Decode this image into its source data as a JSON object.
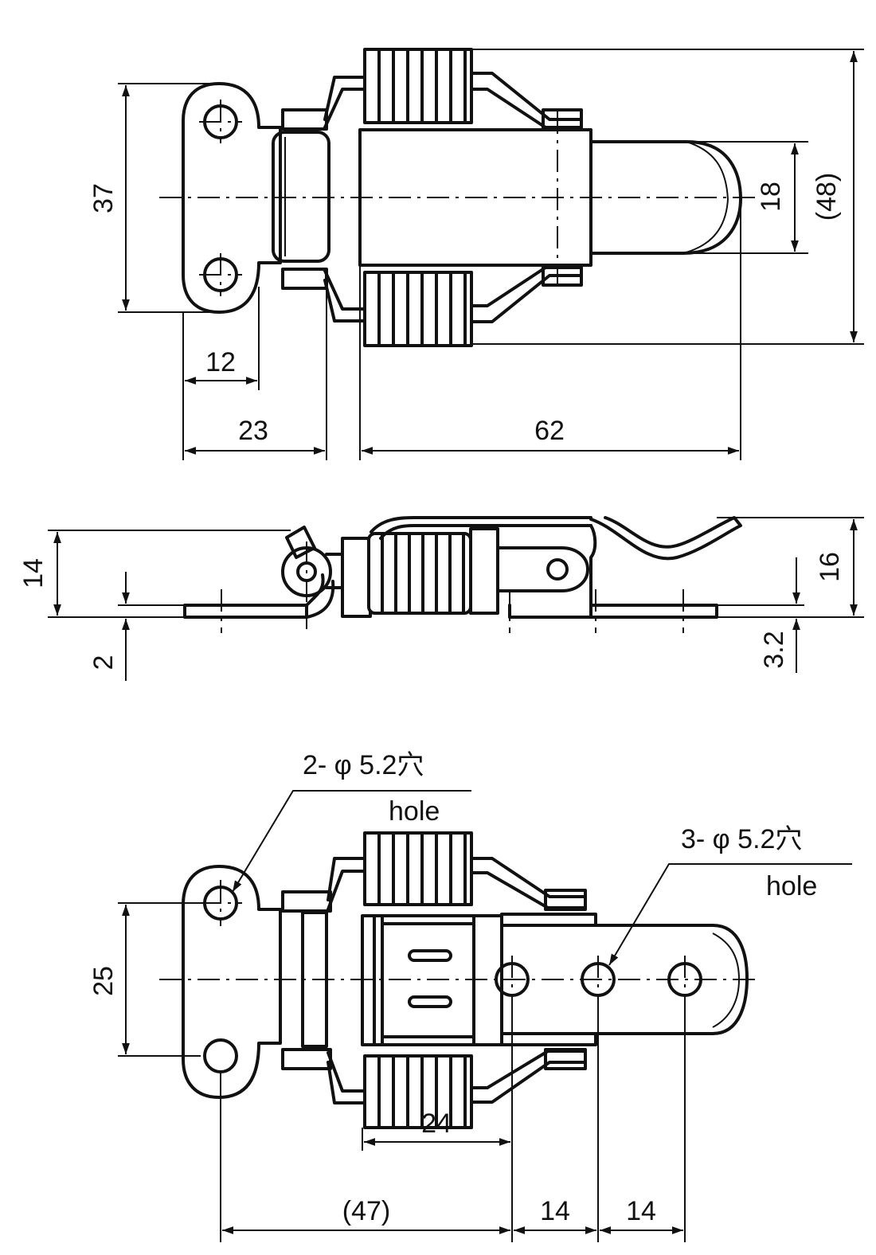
{
  "top_view": {
    "dim_37": "37",
    "dim_12": "12",
    "dim_23": "23",
    "dim_62": "62",
    "dim_18": "18",
    "dim_48": "(48)"
  },
  "side_view": {
    "dim_14": "14",
    "dim_2": "2",
    "dim_16": "16",
    "dim_3_2": "3.2"
  },
  "bottom_view": {
    "hole_callout_1": "2- φ 5.2穴",
    "hole_callout_1_en": "hole",
    "hole_callout_2": "3- φ 5.2穴",
    "hole_callout_2_en": "hole",
    "dim_25": "25",
    "dim_24": "24",
    "dim_47": "(47)",
    "dim_14a": "14",
    "dim_14b": "14"
  }
}
